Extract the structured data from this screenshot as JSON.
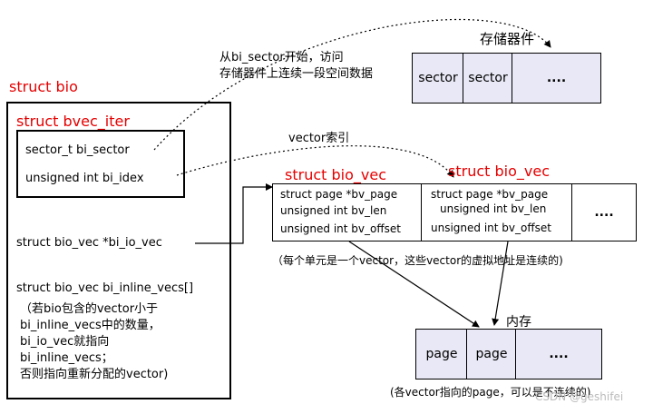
{
  "diagram": {
    "note_top_line1": "从bi_sector开始，访问",
    "note_top_line2": "存储器件上连续一段空间数据",
    "storage": {
      "title": "存储器件",
      "cells": [
        "sector",
        "sector",
        "...."
      ]
    },
    "struct_bio": {
      "title": "struct bio",
      "bvec_iter": {
        "title": "struct bvec_iter",
        "field_sector": "sector_t   bi_sector",
        "field_idex": "unsigned int  bi_idex"
      },
      "field_io_vec": "struct bio_vec  *bi_io_vec",
      "field_inline_1": "struct bio_vec  bi_inline_vecs[]",
      "inline_note": [
        "（若bio包含的vector小于",
        "bi_inline_vecs中的数量，",
        "bi_io_vec就指向",
        "bi_inline_vecs；",
        "否则指向重新分配的vector)"
      ]
    },
    "vector_index_label": "vector索引",
    "bio_vec_titles": [
      "struct bio_vec",
      "struct bio_vec"
    ],
    "bio_vec_cells": [
      {
        "line1": "struct page *bv_page",
        "line2": "unsigned int bv_len",
        "line3": "unsigned int bv_offset"
      },
      {
        "line1": "struct page *bv_page",
        "line2": "unsigned int bv_len",
        "line3": "unsigned int bv_offset"
      }
    ],
    "bio_vec_more": "....",
    "bio_vec_note": "（每个单元是一个vector，这些vector的虚拟地址是连续的)",
    "memory": {
      "title": "内存",
      "cells": [
        "page",
        "page",
        "...."
      ],
      "note": "(各vector指向的page，可以是不连续的)"
    },
    "watermark": "CSDN @geshifei"
  }
}
